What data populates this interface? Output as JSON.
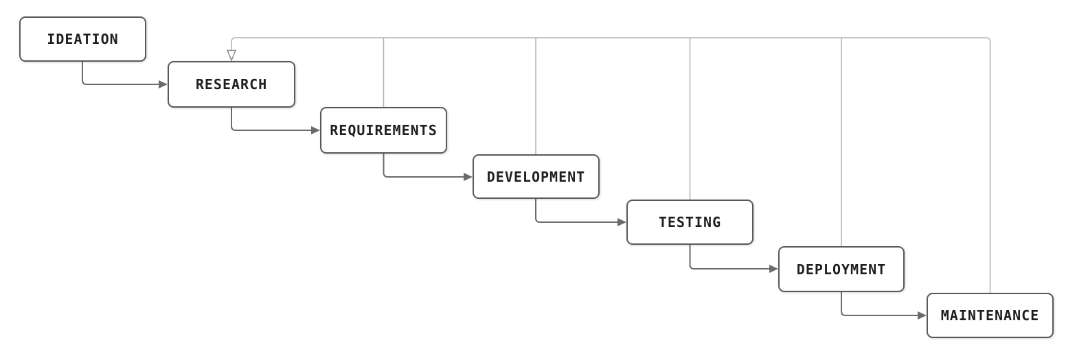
{
  "diagram": {
    "type": "flowchart-waterfall",
    "nodes": [
      {
        "id": "ideation",
        "label": "IDEATION"
      },
      {
        "id": "research",
        "label": "RESEARCH"
      },
      {
        "id": "requirements",
        "label": "REQUIREMENTS"
      },
      {
        "id": "development",
        "label": "DEVELOPMENT"
      },
      {
        "id": "testing",
        "label": "TESTING"
      },
      {
        "id": "deployment",
        "label": "DEPLOYMENT"
      },
      {
        "id": "maintenance",
        "label": "MAINTENANCE"
      }
    ],
    "edges": [
      {
        "from": "ideation",
        "to": "research",
        "style": "solid",
        "arrowhead": "filled-triangle"
      },
      {
        "from": "research",
        "to": "requirements",
        "style": "solid",
        "arrowhead": "filled-triangle"
      },
      {
        "from": "requirements",
        "to": "development",
        "style": "solid",
        "arrowhead": "filled-triangle"
      },
      {
        "from": "development",
        "to": "testing",
        "style": "solid",
        "arrowhead": "filled-triangle"
      },
      {
        "from": "testing",
        "to": "deployment",
        "style": "solid",
        "arrowhead": "filled-triangle"
      },
      {
        "from": "deployment",
        "to": "maintenance",
        "style": "solid",
        "arrowhead": "filled-triangle"
      },
      {
        "from": "requirements",
        "to": "research",
        "style": "feedback-bus",
        "arrowhead": "hollow-triangle"
      },
      {
        "from": "development",
        "to": "research",
        "style": "feedback-bus",
        "arrowhead": "hollow-triangle"
      },
      {
        "from": "testing",
        "to": "research",
        "style": "feedback-bus",
        "arrowhead": "hollow-triangle"
      },
      {
        "from": "deployment",
        "to": "research",
        "style": "feedback-bus",
        "arrowhead": "hollow-triangle"
      },
      {
        "from": "maintenance",
        "to": "research",
        "style": "feedback-bus",
        "arrowhead": "hollow-triangle"
      }
    ],
    "colors": {
      "node_border": "#595959",
      "node_fill": "#ffffff",
      "node_text": "#1f1f1f",
      "flow_connector": "#6b6b6b",
      "feedback_connector": "#b0b0b0",
      "feedback_arrow_outline": "#8a8a8a",
      "background": "#ffffff"
    }
  }
}
